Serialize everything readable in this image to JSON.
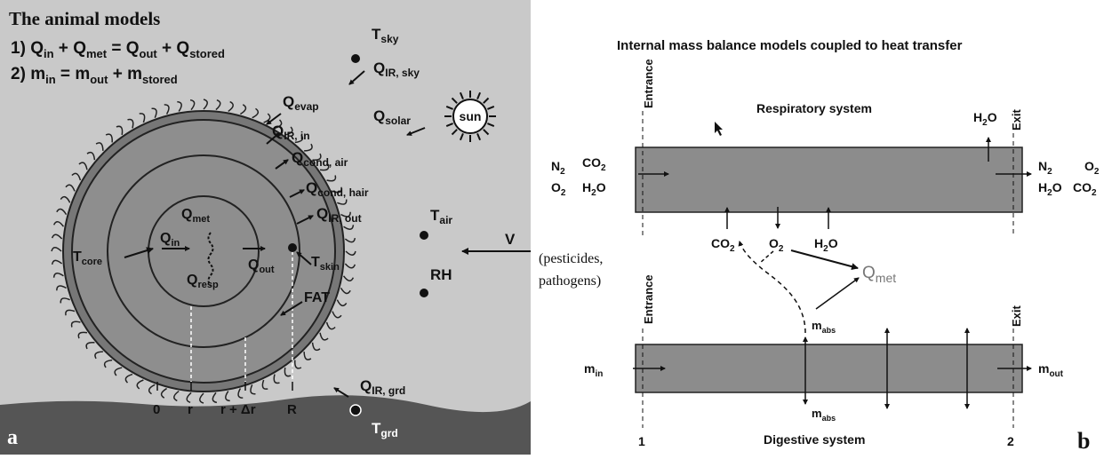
{
  "panel_a": {
    "title": "The animal models",
    "eq1": {
      "num": "1)",
      "t1": "Q",
      "s1": "in",
      "plus": " + ",
      "t2": "Q",
      "s2": "met",
      "eq": " = ",
      "t3": "Q",
      "s3": "out",
      "plus2": " + ",
      "t4": "Q",
      "s4": "stored"
    },
    "eq2": {
      "num": "2)",
      "t1": "m",
      "s1": "in",
      "eq": " = ",
      "t2": "m",
      "s2": "out",
      "plus": " + ",
      "t3": "m",
      "s3": "stored"
    },
    "labels": {
      "t_sky": {
        "b": "T",
        "s": "sky"
      },
      "q_ir_sky": {
        "b": "Q",
        "s": "IR, sky"
      },
      "q_solar": {
        "b": "Q",
        "s": "solar"
      },
      "sun": "sun",
      "q_evap": {
        "b": "Q",
        "s": "evap"
      },
      "q_ir_in": {
        "b": "Q",
        "s": "IR, in"
      },
      "q_cond_air": {
        "b": "Q",
        "s": "cond, air"
      },
      "q_cond_hair": {
        "b": "Q",
        "s": "cond, hair"
      },
      "q_ir_out": {
        "b": "Q",
        "s": "IR, out"
      },
      "t_air": {
        "b": "T",
        "s": "air"
      },
      "v": "V",
      "rh": "RH",
      "q_met": {
        "b": "Q",
        "s": "met"
      },
      "q_in": {
        "b": "Q",
        "s": "in"
      },
      "t_core": {
        "b": "T",
        "s": "core"
      },
      "q_out": {
        "b": "Q",
        "s": "out"
      },
      "q_resp": {
        "b": "Q",
        "s": "resp"
      },
      "t_skin": {
        "b": "T",
        "s": "skin"
      },
      "fat": "FAT",
      "q_ir_grd": {
        "b": "Q",
        "s": "IR, grd"
      },
      "t_grd": {
        "b": "T",
        "s": "grd"
      },
      "axis_0": "0",
      "axis_r": "r",
      "axis_rdr": "r + Δr",
      "axis_R": "R",
      "panel": "a"
    }
  },
  "panel_b": {
    "title": "Internal mass balance models coupled to heat transfer",
    "respiratory": "Respiratory system",
    "digestive": "Digestive system",
    "entrance": "Entrance",
    "exit": "Exit",
    "in_left": {
      "n2": {
        "b": "N",
        "s": "2"
      },
      "co2": {
        "b": "CO",
        "s": "2"
      },
      "o2": {
        "b": "O",
        "s": "2"
      },
      "h2o": {
        "b": "H",
        "s": "2",
        "e": "O"
      }
    },
    "out_right": {
      "n2": {
        "b": "N",
        "s": "2"
      },
      "o2": {
        "b": "O",
        "s": "2"
      },
      "h2o": {
        "b": "H",
        "s": "2",
        "e": "O"
      },
      "co2": {
        "b": "CO",
        "s": "2"
      }
    },
    "h2o_top": {
      "b": "H",
      "s": "2",
      "e": "O"
    },
    "mid_co2": {
      "b": "CO",
      "s": "2"
    },
    "mid_o2": {
      "b": "O",
      "s": "2"
    },
    "mid_h2o": {
      "b": "H",
      "s": "2",
      "e": "O"
    },
    "q_met": {
      "b": "Q",
      "s": "met"
    },
    "pesticides_1": "(pesticides,",
    "pesticides_2": "pathogens)",
    "m_abs_top": {
      "b": "m",
      "s": "abs"
    },
    "m_abs_bottom": {
      "b": "m",
      "s": "abs"
    },
    "m_in": {
      "b": "m",
      "s": "in"
    },
    "m_out": {
      "b": "m",
      "s": "out"
    },
    "label_1": "1",
    "label_2": "2",
    "panel": "b"
  }
}
